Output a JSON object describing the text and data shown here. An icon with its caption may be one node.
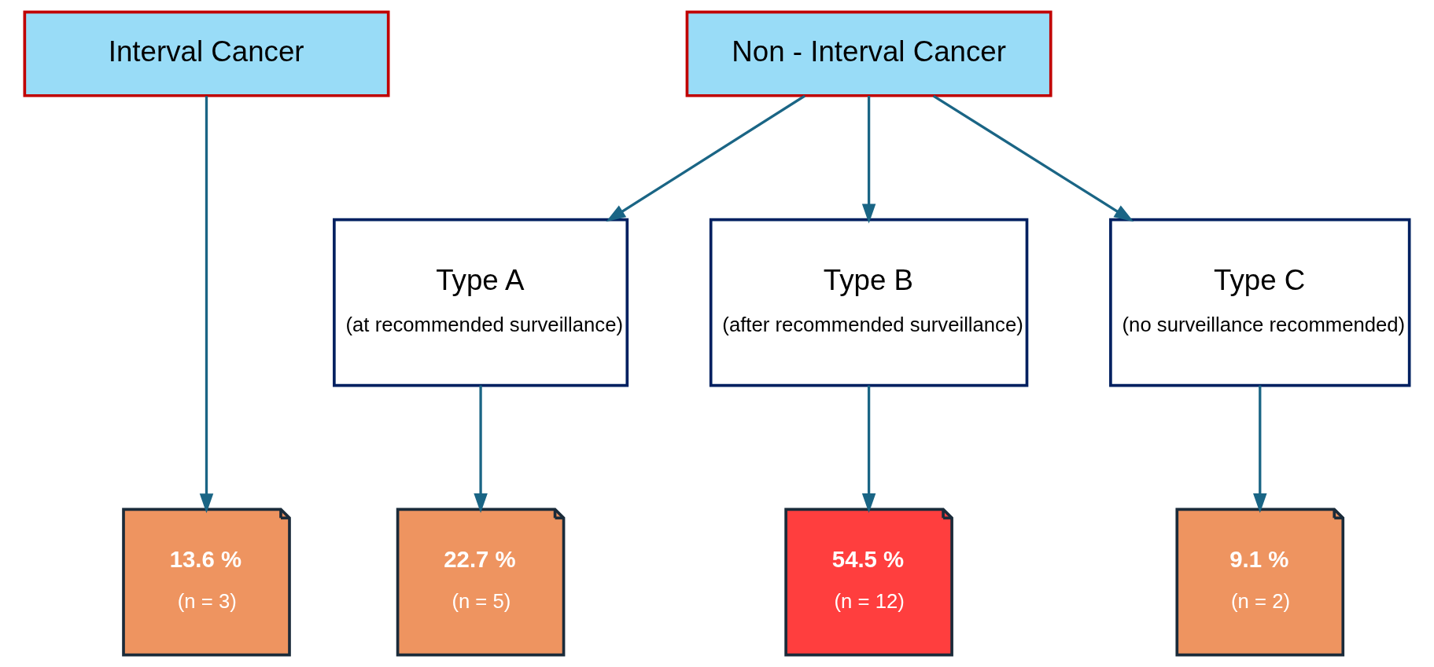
{
  "diagram": {
    "nodes": [
      {
        "text": [
          "Interval Cancer"
        ]
      },
      {
        "text": [
          "Non - Interval Cancer"
        ]
      },
      {
        "text": [
          "Type A",
          "(at recommended surveillance)"
        ]
      },
      {
        "text": [
          "Type B",
          "(after recommended surveillance)"
        ]
      },
      {
        "text": [
          "Type C",
          "(no surveillance recommended)"
        ]
      },
      {
        "text": [
          "13.6 %",
          "(n = 3)"
        ]
      },
      {
        "text": [
          "22.7 %",
          "(n = 5)"
        ]
      },
      {
        "text": [
          "54.5 %",
          "(n = 12)"
        ]
      },
      {
        "text": [
          "9.1 %",
          "(n = 2)"
        ]
      }
    ],
    "edges": [
      {
        "from": 0,
        "to": 5,
        "arrow": "to"
      },
      {
        "from": 1,
        "to": 2,
        "arrow": "to"
      },
      {
        "from": 1,
        "to": 3,
        "arrow": "to"
      },
      {
        "from": 1,
        "to": 4,
        "arrow": "to"
      },
      {
        "from": 2,
        "to": 6,
        "arrow": "to"
      },
      {
        "from": 3,
        "to": 7,
        "arrow": "to"
      },
      {
        "from": 4,
        "to": 8,
        "arrow": "to"
      }
    ]
  }
}
